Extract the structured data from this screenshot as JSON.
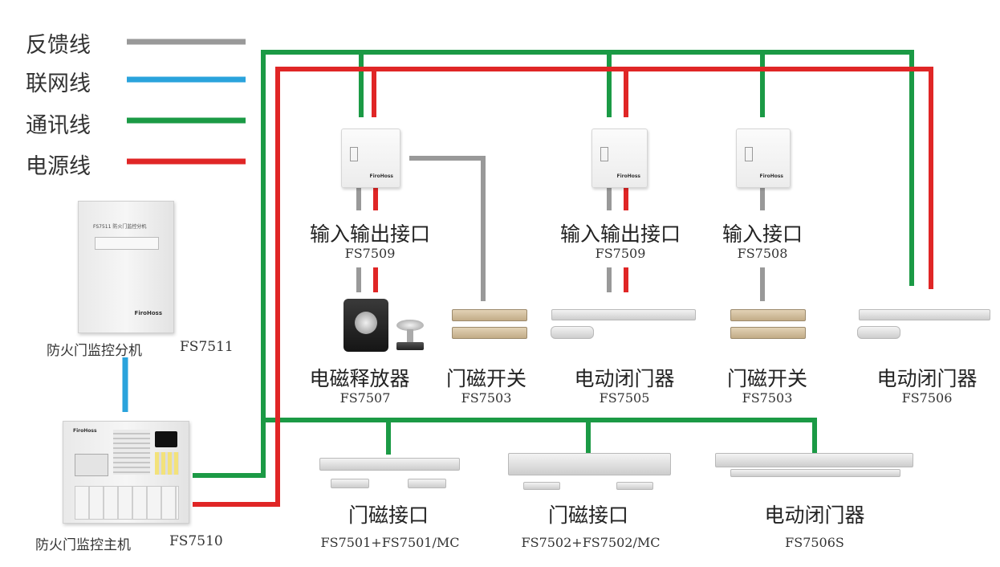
{
  "legend": [
    {
      "label": "反馈线",
      "color": "#999999"
    },
    {
      "label": "联网线",
      "color": "#2aa3dc"
    },
    {
      "label": "通讯线",
      "color": "#1b9a45"
    },
    {
      "label": "电源线",
      "color": "#e02626"
    }
  ],
  "devices": {
    "io1": {
      "name": "输入输出接口",
      "model": "FS7509"
    },
    "io2": {
      "name": "输入输出接口",
      "model": "FS7509"
    },
    "in1": {
      "name": "输入接口",
      "model": "FS7508"
    },
    "release": {
      "name": "电磁释放器",
      "model": "FS7507"
    },
    "switch1": {
      "name": "门磁开关",
      "model": "FS7503"
    },
    "closer1": {
      "name": "电动闭门器",
      "model": "FS7505"
    },
    "switch2": {
      "name": "门磁开关",
      "model": "FS7503"
    },
    "closer2": {
      "name": "电动闭门器",
      "model": "FS7506"
    },
    "subhost": {
      "name": "防火门监控分机",
      "model": "FS7511"
    },
    "host": {
      "name": "防火门监控主机",
      "model": "FS7510"
    },
    "mag1": {
      "name": "门磁接口",
      "model": "FS7501+FS7501/MC"
    },
    "mag2": {
      "name": "门磁接口",
      "model": "FS7502+FS7502/MC"
    },
    "closer3": {
      "name": "电动闭门器",
      "model": "FS7506S"
    }
  },
  "brand": "FiroHoss",
  "subhost_panel_title": "FS7511 防火门监控分机"
}
